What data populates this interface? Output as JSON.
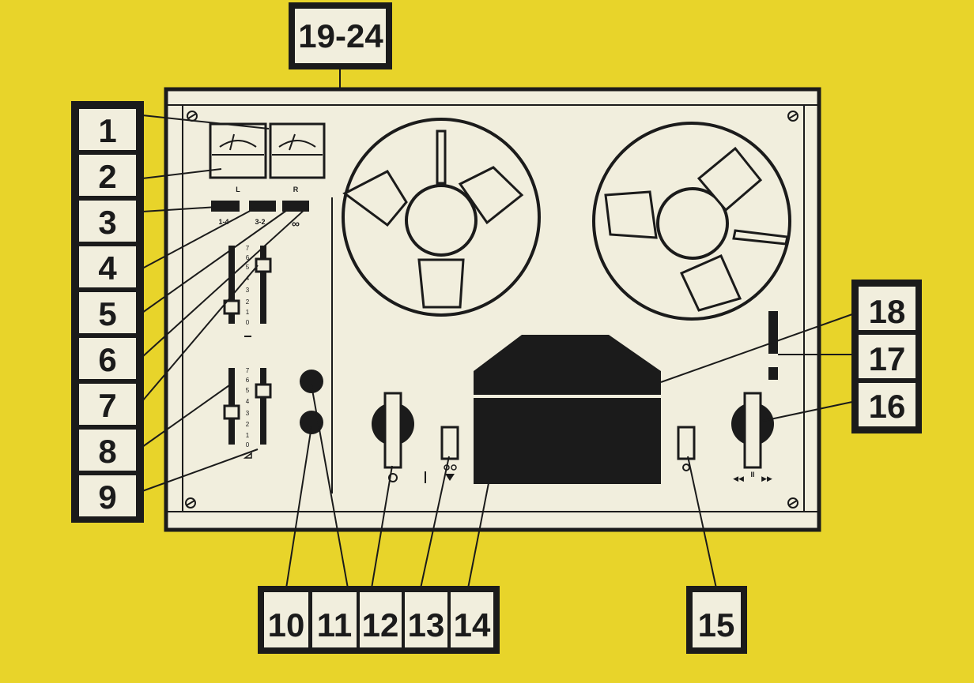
{
  "diagram": {
    "colors": {
      "background": "#E8D42A",
      "panel": "#F1EEDD",
      "ink": "#1b1b1b"
    },
    "callouts": {
      "top": "19-24",
      "left": [
        "1",
        "2",
        "3",
        "4",
        "5",
        "6",
        "7",
        "8",
        "9"
      ],
      "bottom": [
        "10",
        "11",
        "12",
        "13",
        "14"
      ],
      "bottom_right": "15",
      "right": [
        "18",
        "17",
        "16"
      ]
    },
    "meter_labels": {
      "left": "L",
      "right": "R"
    },
    "switch_labels": [
      "1-4",
      "3-2",
      "∞"
    ],
    "fader_scale": [
      "7",
      "6",
      "5",
      "4",
      "3",
      "2",
      "1",
      "0"
    ],
    "speed_symbols": {
      "rewind": "◀◀",
      "pause": "II",
      "forward": "▶▶"
    }
  }
}
